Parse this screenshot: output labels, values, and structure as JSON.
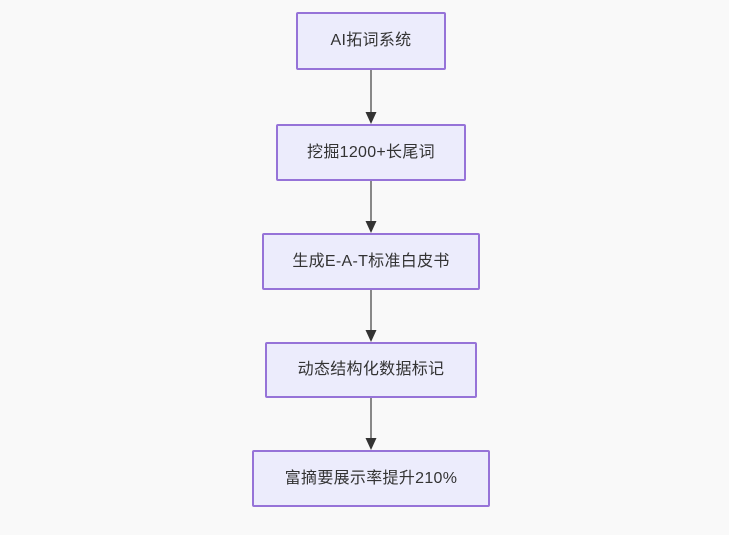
{
  "diagram": {
    "type": "flowchart",
    "direction": "top-to-bottom",
    "background_color": "#f9f9f9",
    "node_fill_color": "#ececfc",
    "node_border_color": "#9673d8",
    "node_text_color": "#333333",
    "edge_line_color": "#888888",
    "edge_arrow_color": "#333333",
    "nodes": [
      {
        "id": "n1",
        "label": "AI拓词系统"
      },
      {
        "id": "n2",
        "label": "挖掘1200+长尾词"
      },
      {
        "id": "n3",
        "label": "生成E-A-T标准白皮书"
      },
      {
        "id": "n4",
        "label": "动态结构化数据标记"
      },
      {
        "id": "n5",
        "label": "富摘要展示率提升210%"
      }
    ],
    "edges": [
      {
        "id": "e1",
        "from": "n1",
        "to": "n2",
        "label": ""
      },
      {
        "id": "e2",
        "from": "n2",
        "to": "n3",
        "label": ""
      },
      {
        "id": "e3",
        "from": "n3",
        "to": "n4",
        "label": ""
      },
      {
        "id": "e4",
        "from": "n4",
        "to": "n5",
        "label": ""
      }
    ]
  }
}
